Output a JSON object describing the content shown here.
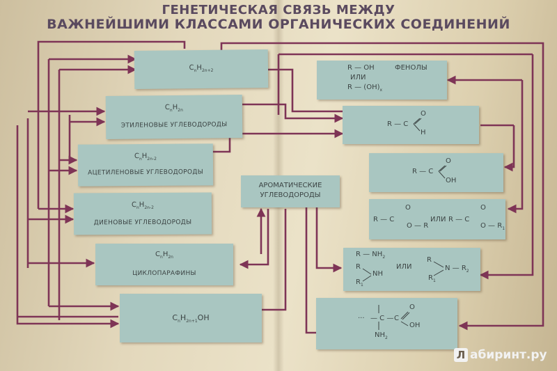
{
  "title": {
    "line1": "ГЕНЕТИЧЕСКАЯ СВЯЗЬ МЕЖДУ",
    "line2": "ВАЖНЕЙШИМИ КЛАССАМИ ОРГАНИЧЕСКИХ СОЕДИНЕНИЙ"
  },
  "left_boxes": {
    "alkanes": {
      "formula_main": "C",
      "formula_sub1": "n",
      "formula_mid": "H",
      "formula_sub2": "2n+2"
    },
    "alkenes": {
      "formula_main": "C",
      "formula_sub1": "n",
      "formula_mid": "H",
      "formula_sub2": "2n",
      "label": "ЭТИЛЕНОВЫЕ УГЛЕВОДОРОДЫ"
    },
    "alkynes": {
      "formula_main": "C",
      "formula_sub1": "n",
      "formula_mid": "H",
      "formula_sub2": "2n-2",
      "label": "АЦЕТИЛЕНОВЫЕ УГЛЕВОДОРОДЫ"
    },
    "dienes": {
      "formula_main": "C",
      "formula_sub1": "n",
      "formula_mid": "H",
      "formula_sub2": "2n-2",
      "label": "ДИЕНОВЫЕ УГЛЕВОДОРОДЫ"
    },
    "cycloparaffins": {
      "formula_main": "C",
      "formula_sub1": "n",
      "formula_mid": "H",
      "formula_sub2": "2n",
      "label": "ЦИКЛОПАРАФИНЫ"
    },
    "alcohols": {
      "formula_main": "C",
      "formula_sub1": "n",
      "formula_mid": "H",
      "formula_sub2": "2n+1",
      "formula_end": "OH"
    }
  },
  "center_box": {
    "line1": "АРОМАТИЧЕСКИЕ",
    "line2": "УГЛЕВОДОРОДЫ"
  },
  "right_boxes": {
    "phenols": {
      "r_oh": "R — OH",
      "name": "ФЕНОЛЫ",
      "or": "ИЛИ",
      "r_oh_x": "R — (OH)",
      "x_sub": "x"
    },
    "aldehydes": {
      "r": "R — C",
      "o": "O",
      "h": "H"
    },
    "acids": {
      "r": "R — C",
      "o": "O",
      "oh": "OH"
    },
    "esters": {
      "left": "R — C",
      "o_top1": "O",
      "o_r1": "O — R",
      "or": "ИЛИ",
      "right": "R — C",
      "o_top2": "O",
      "o_r2": "O — R",
      "r_sub": "1"
    },
    "amines": {
      "l1": "R — NH",
      "l1_sub": "2",
      "l2a": "R",
      "l2b": "NH",
      "l2c": "R",
      "l2c_sub": "1",
      "or": "ИЛИ",
      "r1": "R",
      "r2": "N — R",
      "r2_sub": "2",
      "r3": "R",
      "r3_sub": "1"
    },
    "amino_acids": {
      "dots": "···",
      "c": "— C —",
      "c2": "C",
      "o": "O",
      "oh": "OH",
      "nh": "NH",
      "nh_sub": "2"
    }
  },
  "watermark": {
    "logo": "Л",
    "text": "абиринт.ру"
  },
  "colors": {
    "line": "#7e3456",
    "box": "#a9c6c1",
    "title": "#5a4a5f"
  }
}
